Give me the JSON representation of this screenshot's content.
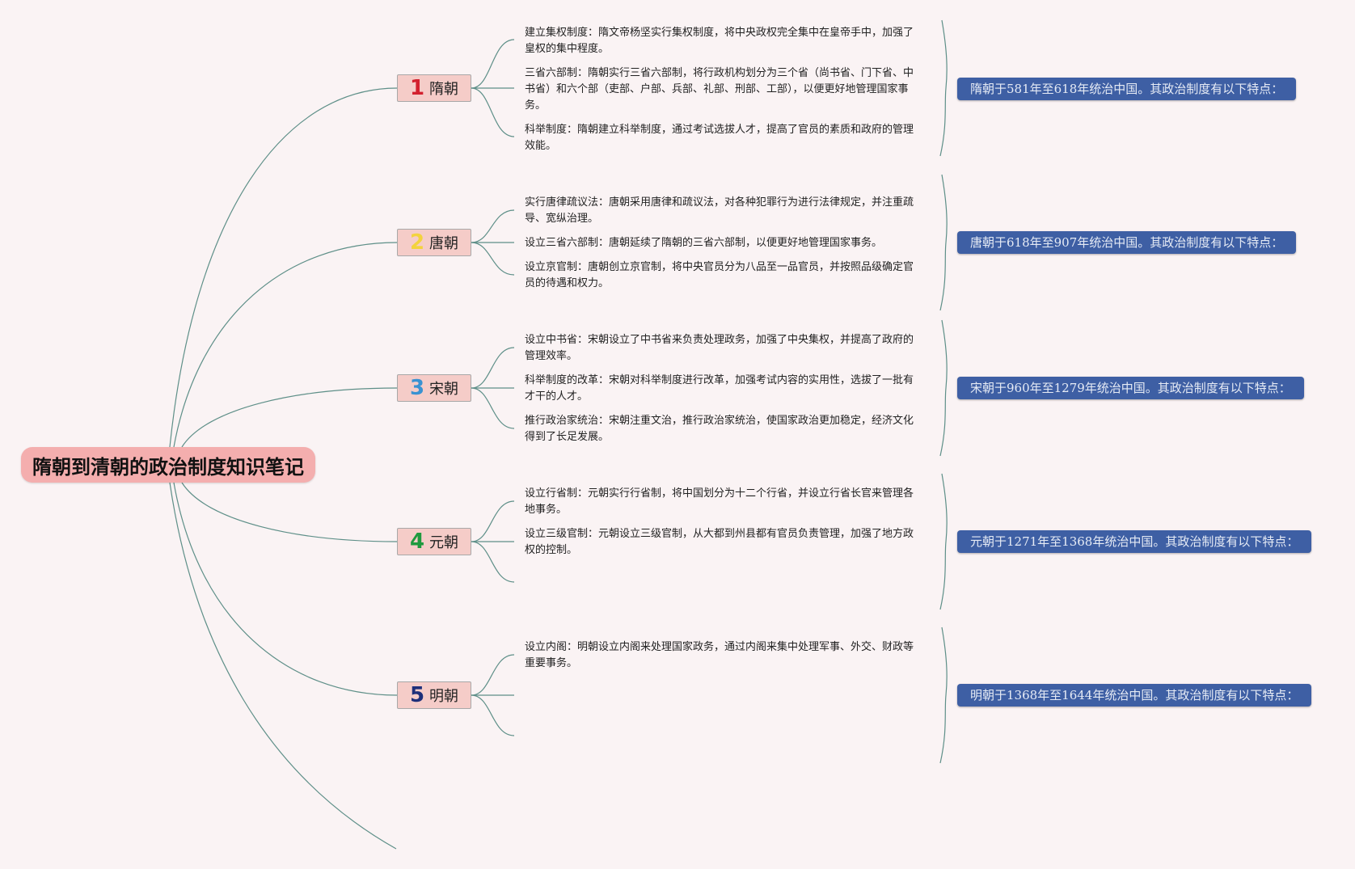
{
  "root": {
    "title": "隋朝到清朝的政治制度知识笔记"
  },
  "line_color": "#5e8f88",
  "dynasties": [
    {
      "number": "1",
      "number_color": "#d3202e",
      "name": "隋朝",
      "summary": "隋朝于581年至618年统治中国。其政治制度有以下特点：",
      "points": [
        "建立集权制度：隋文帝杨坚实行集权制度，将中央政权完全集中在皇帝手中，加强了皇权的集中程度。",
        "三省六部制：隋朝实行三省六部制，将行政机构划分为三个省（尚书省、门下省、中书省）和六个部（吏部、户部、兵部、礼部、刑部、工部），以便更好地管理国家事务。",
        "科举制度：隋朝建立科举制度，通过考试选拔人才，提高了官员的素质和政府的管理效能。"
      ]
    },
    {
      "number": "2",
      "number_color": "#f3d33d",
      "name": "唐朝",
      "summary": "唐朝于618年至907年统治中国。其政治制度有以下特点：",
      "points": [
        "实行唐律疏议法：唐朝采用唐律和疏议法，对各种犯罪行为进行法律规定，并注重疏导、宽纵治理。",
        "设立三省六部制：唐朝延续了隋朝的三省六部制，以便更好地管理国家事务。",
        "设立京官制：唐朝创立京官制，将中央官员分为八品至一品官员，并按照品级确定官员的待遇和权力。"
      ]
    },
    {
      "number": "3",
      "number_color": "#3a92d2",
      "name": "宋朝",
      "summary": "宋朝于960年至1279年统治中国。其政治制度有以下特点：",
      "points": [
        "设立中书省：宋朝设立了中书省来负责处理政务，加强了中央集权，并提高了政府的管理效率。",
        "科举制度的改革：宋朝对科举制度进行改革，加强考试内容的实用性，选拔了一批有才干的人才。",
        "推行政治家统治：宋朝注重文治，推行政治家统治，使国家政治更加稳定，经济文化得到了长足发展。"
      ]
    },
    {
      "number": "4",
      "number_color": "#1f9a3e",
      "name": "元朝",
      "summary": "元朝于1271年至1368年统治中国。其政治制度有以下特点：",
      "points": [
        "设立行省制：元朝实行行省制，将中国划分为十二个行省，并设立行省长官来管理各地事务。",
        "设立三级官制：元朝设立三级官制，从大都到州县都有官员负责管理，加强了地方政权的控制。"
      ]
    },
    {
      "number": "5",
      "number_color": "#1e2f7a",
      "name": "明朝",
      "summary": "明朝于1368年至1644年统治中国。其政治制度有以下特点：",
      "points": [
        "设立内阁：明朝设立内阁来处理国家政务，通过内阁来集中处理军事、外交、财政等重要事务。"
      ]
    }
  ]
}
